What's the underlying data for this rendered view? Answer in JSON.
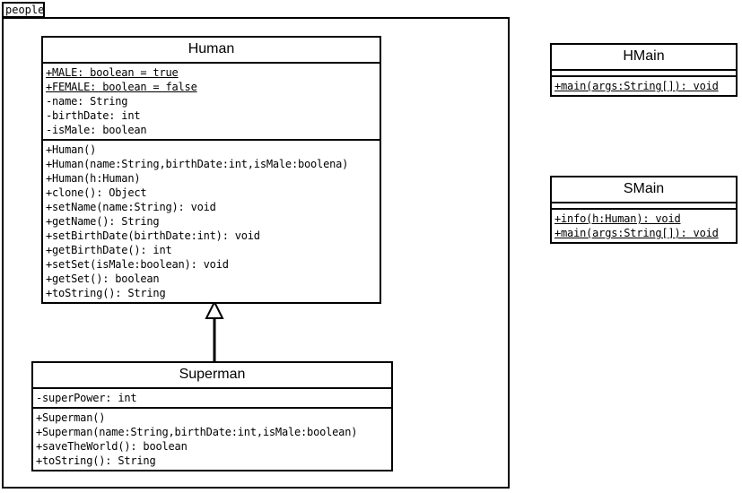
{
  "diagram": {
    "type": "uml-class-diagram",
    "package": {
      "name": "people"
    },
    "classes": [
      {
        "id": "human",
        "name": "Human",
        "attributes": [
          {
            "text": "+MALE: boolean = true",
            "static": true
          },
          {
            "text": "+FEMALE: boolean = false",
            "static": true
          },
          {
            "text": "-name: String",
            "static": false
          },
          {
            "text": "-birthDate: int",
            "static": false
          },
          {
            "text": "-isMale: boolean",
            "static": false
          }
        ],
        "methods": [
          {
            "text": "+Human()",
            "static": false
          },
          {
            "text": "+Human(name:String,birthDate:int,isMale:boolena)",
            "static": false
          },
          {
            "text": "+Human(h:Human)",
            "static": false
          },
          {
            "text": "+clone(): Object",
            "static": false
          },
          {
            "text": "+setName(name:String): void",
            "static": false
          },
          {
            "text": "+getName(): String",
            "static": false
          },
          {
            "text": "+setBirthDate(birthDate:int): void",
            "static": false
          },
          {
            "text": "+getBirthDate(): int",
            "static": false
          },
          {
            "text": "+setSet(isMale:boolean): void",
            "static": false
          },
          {
            "text": "+getSet(): boolean",
            "static": false
          },
          {
            "text": "+toString(): String",
            "static": false
          }
        ]
      },
      {
        "id": "superman",
        "name": "Superman",
        "attributes": [
          {
            "text": "-superPower: int",
            "static": false
          }
        ],
        "methods": [
          {
            "text": "+Superman()",
            "static": false
          },
          {
            "text": "+Superman(name:String,birthDate:int,isMale:boolean)",
            "static": false
          },
          {
            "text": "+saveTheWorld(): boolean",
            "static": false
          },
          {
            "text": "+toString(): String",
            "static": false
          }
        ]
      },
      {
        "id": "hmain",
        "name": "HMain",
        "attributes": [],
        "methods": [
          {
            "text": "+main(args:String[]): void",
            "static": true
          }
        ]
      },
      {
        "id": "smain",
        "name": "SMain",
        "attributes": [],
        "methods": [
          {
            "text": "+info(h:Human): void",
            "static": true
          },
          {
            "text": "+main(args:String[]): void",
            "static": true
          }
        ]
      }
    ],
    "relationships": [
      {
        "id": "generalization-human-superman",
        "kind": "generalization",
        "from": "Superman",
        "to": "Human",
        "arrow": "hollow-triangle"
      }
    ],
    "colors": {
      "line": "#000000",
      "fill": "#FFFFFF",
      "text": "#000000"
    }
  }
}
